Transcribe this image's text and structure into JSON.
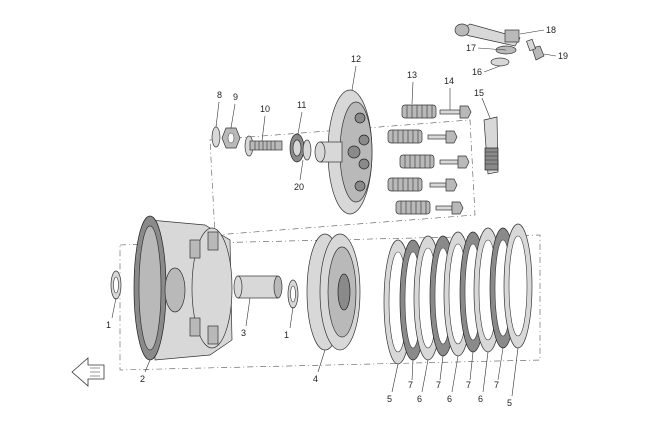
{
  "diagram": {
    "labels": [
      {
        "key": "p1a",
        "text": "1"
      },
      {
        "key": "p1b",
        "text": "1"
      },
      {
        "key": "p2",
        "text": "2"
      },
      {
        "key": "p3",
        "text": "3"
      },
      {
        "key": "p4",
        "text": "4"
      },
      {
        "key": "p5a",
        "text": "5"
      },
      {
        "key": "p5b",
        "text": "5"
      },
      {
        "key": "p6a",
        "text": "6"
      },
      {
        "key": "p6b",
        "text": "6"
      },
      {
        "key": "p6c",
        "text": "6"
      },
      {
        "key": "p7a",
        "text": "7"
      },
      {
        "key": "p7b",
        "text": "7"
      },
      {
        "key": "p7c",
        "text": "7"
      },
      {
        "key": "p7d",
        "text": "7"
      },
      {
        "key": "p8",
        "text": "8"
      },
      {
        "key": "p9",
        "text": "9"
      },
      {
        "key": "p10",
        "text": "10"
      },
      {
        "key": "p11",
        "text": "11"
      },
      {
        "key": "p12",
        "text": "12"
      },
      {
        "key": "p13",
        "text": "13"
      },
      {
        "key": "p14",
        "text": "14"
      },
      {
        "key": "p15",
        "text": "15"
      },
      {
        "key": "p16",
        "text": "16"
      },
      {
        "key": "p17",
        "text": "17"
      },
      {
        "key": "p18",
        "text": "18"
      },
      {
        "key": "p19",
        "text": "19"
      },
      {
        "key": "p20",
        "text": "20"
      }
    ]
  }
}
